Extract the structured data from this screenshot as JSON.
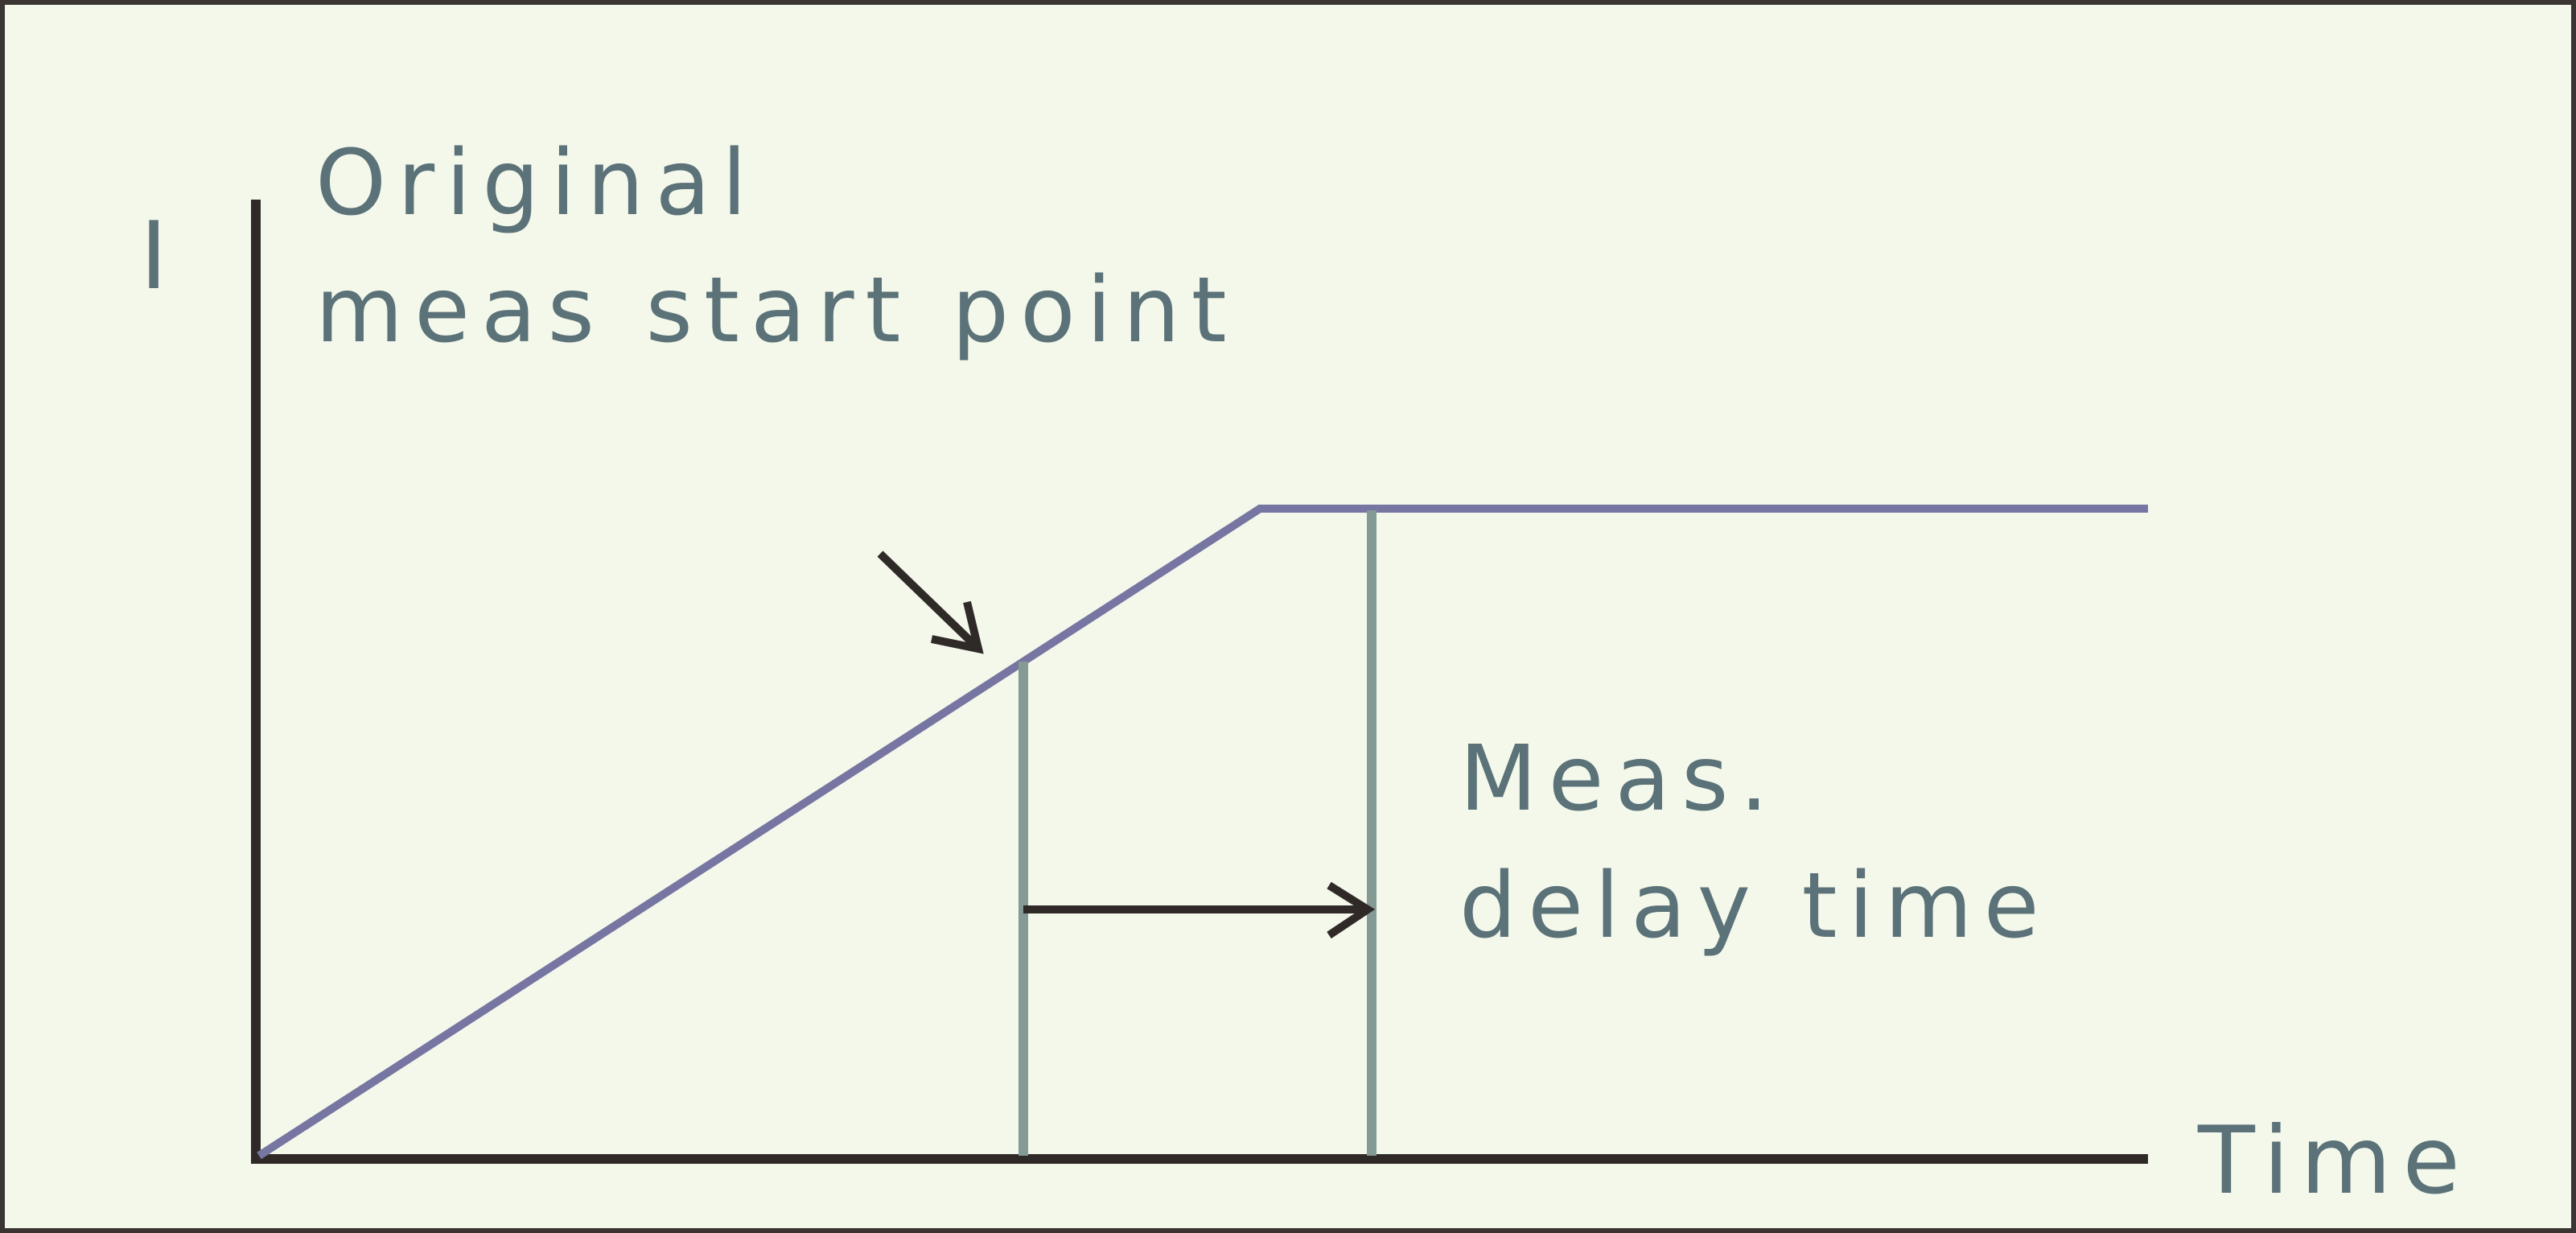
{
  "diagram": {
    "y_axis_label": "I",
    "x_axis_label": "Time",
    "start_point_label_line1": "Original",
    "start_point_label_line2": "meas start point",
    "delay_label_line1": "Meas.",
    "delay_label_line2": "delay time"
  },
  "colors": {
    "background": "#f4f8eb",
    "border": "#3a3433",
    "axis": "#2f2a28",
    "ramp_line": "#7775a1",
    "marker_line": "#839a95",
    "arrow": "#2f2a28",
    "text": "#5b7279"
  }
}
